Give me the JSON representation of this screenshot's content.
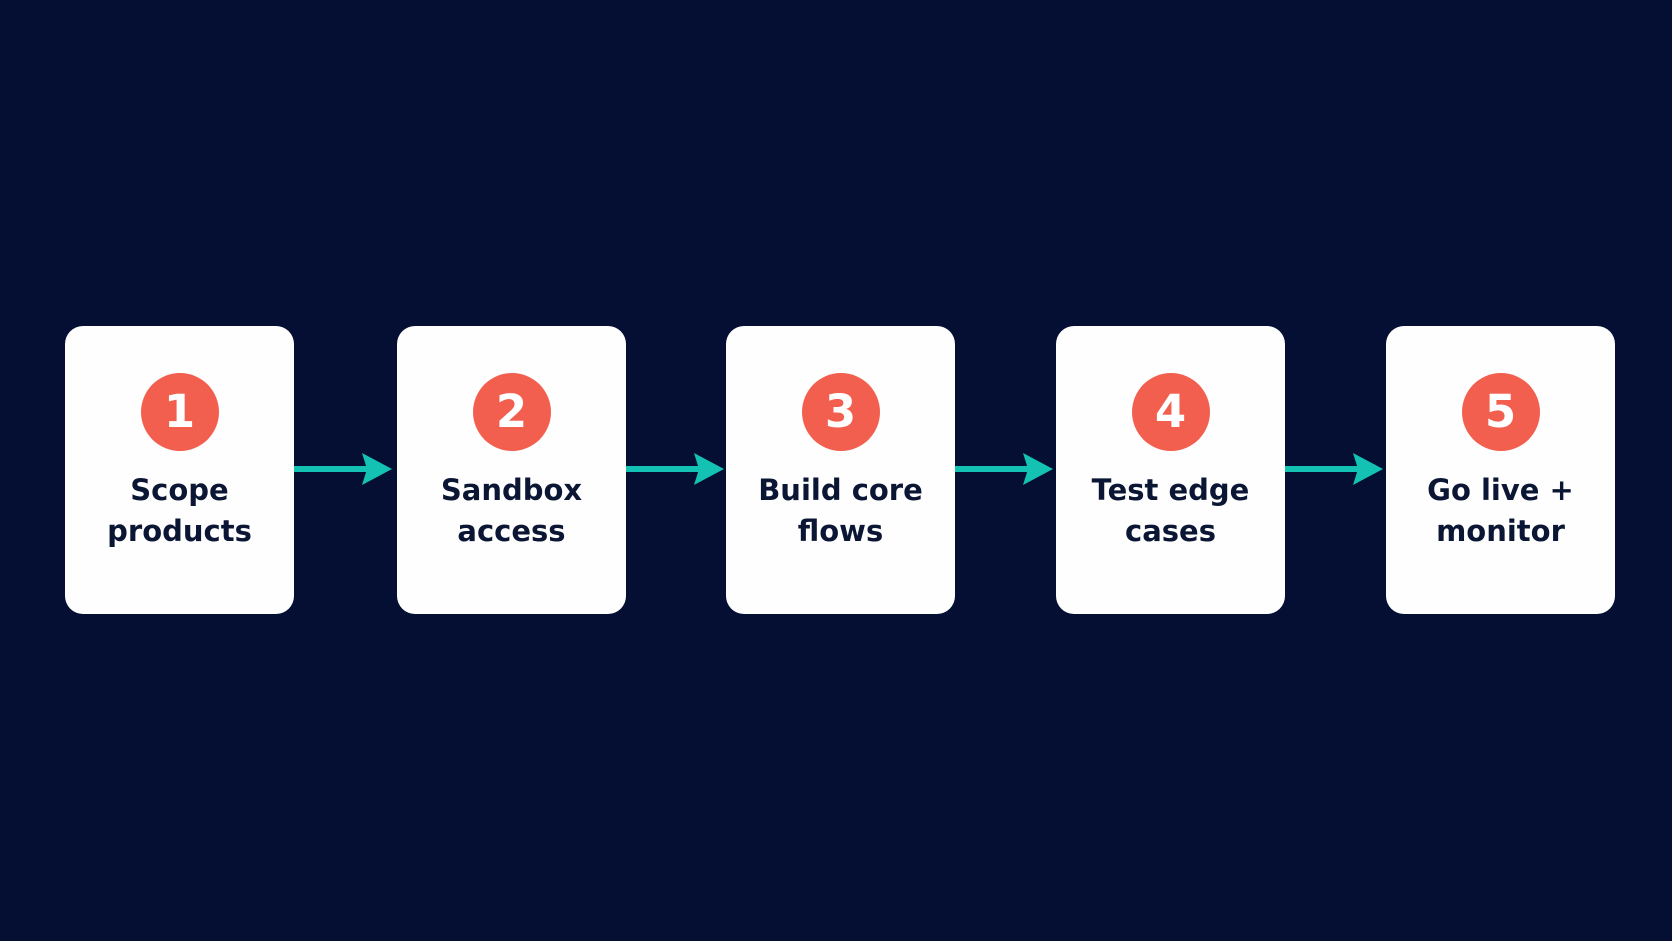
{
  "colors": {
    "background": "#040f33",
    "card": "#fefefe",
    "badge": "#f35f4e",
    "arrow": "#14c2b3",
    "text": "#0a1633"
  },
  "steps": [
    {
      "number": "1",
      "label": "Scope\nproducts"
    },
    {
      "number": "2",
      "label": "Sandbox\naccess"
    },
    {
      "number": "3",
      "label": "Build core\nflows"
    },
    {
      "number": "4",
      "label": "Test edge\ncases"
    },
    {
      "number": "5",
      "label": "Go live +\nmonitor"
    }
  ],
  "connectors": [
    {
      "from": "1",
      "to": "2",
      "icon": "arrow-right-icon"
    },
    {
      "from": "2",
      "to": "3",
      "icon": "arrow-right-icon"
    },
    {
      "from": "3",
      "to": "4",
      "icon": "arrow-right-icon"
    },
    {
      "from": "4",
      "to": "5",
      "icon": "arrow-right-icon"
    }
  ]
}
